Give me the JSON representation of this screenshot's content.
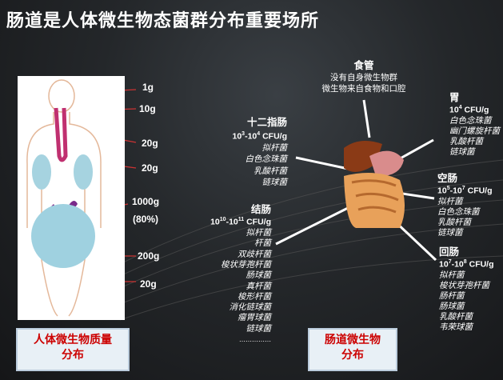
{
  "title": "肠道是人体微生物态菌群分布重要场所",
  "body_masses": [
    "1g",
    "10g",
    "20g",
    "20g",
    "1000g",
    "(80%)",
    "200g",
    "20g"
  ],
  "esophagus": {
    "name": "食管",
    "l1": "没有自身微生物群",
    "l2": "微生物来自食物和口腔"
  },
  "duodenum": {
    "name": "十二指肠",
    "cfu_a": "10",
    "e1": "3",
    "cfu_b": "-10",
    "e2": "4",
    "cfu_c": " CFU/g",
    "bacteria": [
      "拟杆菌",
      "白色念珠菌",
      "乳酸杆菌",
      "链球菌"
    ]
  },
  "colon": {
    "name": "结肠",
    "cfu_a": "10",
    "e1": "10",
    "cfu_b": "-10",
    "e2": "11",
    "cfu_c": " CFU/g",
    "bacteria": [
      "拟杆菌",
      "杆菌",
      "双歧杆菌",
      "梭状芽孢杆菌",
      "肠球菌",
      "真杆菌",
      "梭形杆菌",
      "消化链球菌",
      "瘤胃球菌",
      "链球菌"
    ],
    "more": "……………"
  },
  "stomach": {
    "name": "胃",
    "cfu_a": "10",
    "e1": "4",
    "cfu_c": " CFU/g",
    "bacteria": [
      "白色念珠菌",
      "幽门螺旋杆菌",
      "乳酸杆菌",
      "链球菌"
    ]
  },
  "jejunum": {
    "name": "空肠",
    "cfu_a": "10",
    "e1": "5",
    "cfu_b": "-10",
    "e2": "7",
    "cfu_c": " CFU/g",
    "bacteria": [
      "拟杆菌",
      "白色念珠菌",
      "乳酸杆菌",
      "链球菌"
    ]
  },
  "ileum": {
    "name": "回肠",
    "cfu_a": "10",
    "e1": "7",
    "cfu_b": "-10",
    "e2": "8",
    "cfu_c": " CFU/g",
    "bacteria": [
      "拟杆菌",
      "梭状芽孢杆菌",
      "肠杆菌",
      "肠球菌",
      "乳酸杆菌",
      "韦荣球菌"
    ]
  },
  "captions": {
    "left_1": "人体微生物质量",
    "left_2": "分布",
    "right_1": "肠道微生物",
    "right_2": "分布"
  }
}
